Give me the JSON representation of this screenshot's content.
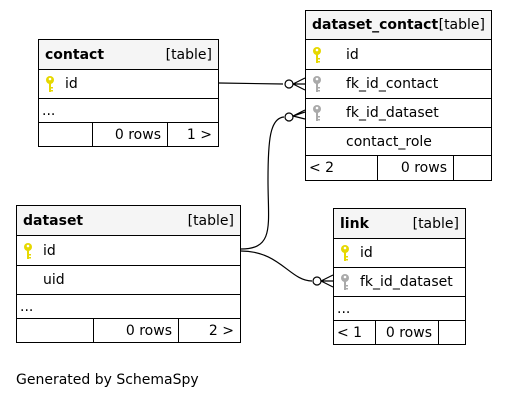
{
  "tables": {
    "contact": {
      "name": "contact",
      "kind": "[table]",
      "columns": [
        "id"
      ],
      "more": "...",
      "footer": {
        "left": "",
        "rows": "0 rows",
        "right": "1 >"
      }
    },
    "dataset_contact": {
      "name": "dataset_contact",
      "kind": "[table]",
      "columns": [
        "id",
        "fk_id_contact",
        "fk_id_dataset",
        "contact_role"
      ],
      "footer": {
        "left": "< 2",
        "rows": "0 rows",
        "right": ""
      }
    },
    "dataset": {
      "name": "dataset",
      "kind": "[table]",
      "columns": [
        "id",
        "uid"
      ],
      "more": "...",
      "footer": {
        "left": "",
        "rows": "0 rows",
        "right": "2 >"
      }
    },
    "link": {
      "name": "link",
      "kind": "[table]",
      "columns": [
        "id",
        "fk_id_dataset"
      ],
      "more": "...",
      "footer": {
        "left": "< 1",
        "rows": "0 rows",
        "right": ""
      }
    }
  },
  "colors": {
    "primary_key": "#e6d800",
    "foreign_key": "#aaaaaa",
    "header_bg": "#f5f5f5"
  },
  "icons": {
    "primary_key": "key-icon",
    "foreign_key": "key-icon"
  },
  "credit": "Generated by SchemaSpy"
}
